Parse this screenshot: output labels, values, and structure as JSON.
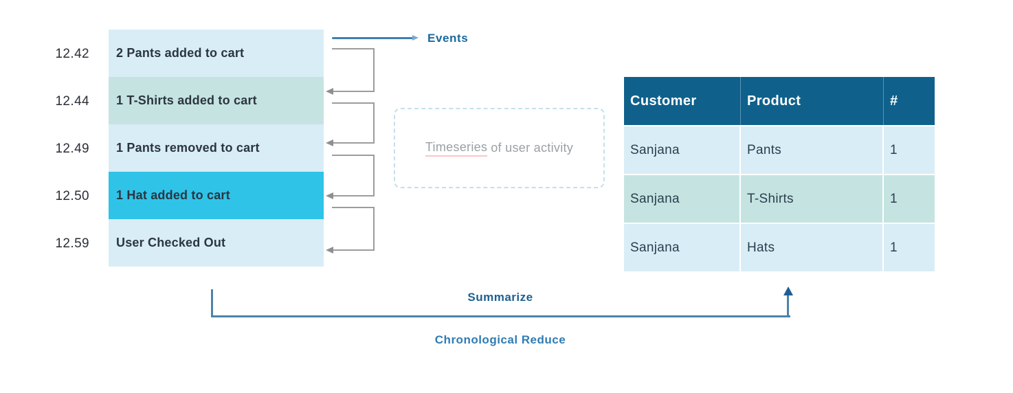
{
  "events_panel": {
    "label": "Events",
    "rows": [
      {
        "time": "12.42",
        "text": "2 Pants added to cart",
        "highlight": "light"
      },
      {
        "time": "12.44",
        "text": "1 T-Shirts added to cart",
        "highlight": "teal"
      },
      {
        "time": "12.49",
        "text": "1 Pants removed to cart",
        "highlight": "light"
      },
      {
        "time": "12.50",
        "text": "1 Hat added to cart",
        "highlight": "cyan"
      },
      {
        "time": "12.59",
        "text": "User Checked Out",
        "highlight": "light"
      }
    ]
  },
  "timeseries_note": {
    "text": "Timeseries of user activity",
    "word_underlined": "Timeseries",
    "rest": "of user activity"
  },
  "summary_table": {
    "columns": [
      "Customer",
      "Product",
      "#"
    ],
    "rows": [
      [
        "Sanjana",
        "Pants",
        "1"
      ],
      [
        "Sanjana",
        "T-Shirts",
        "1"
      ],
      [
        "Sanjana",
        "Hats",
        "1"
      ]
    ]
  },
  "flow_labels": {
    "summarize": "Summarize",
    "chronological_reduce": "Chronological Reduce"
  },
  "colors": {
    "row_light_blue": "#d9edf6",
    "row_teal": "#c5e4e1",
    "row_cyan": "#2fc3e8",
    "table_header_blue": "#0f618c",
    "label_blue": "#19699f",
    "bracket_blue": "#4d83a9",
    "connector_gray": "#9c9c9c",
    "note_text_gray": "#9aa0a5",
    "spellcheck_underline_pink": "#f6c6cd"
  }
}
